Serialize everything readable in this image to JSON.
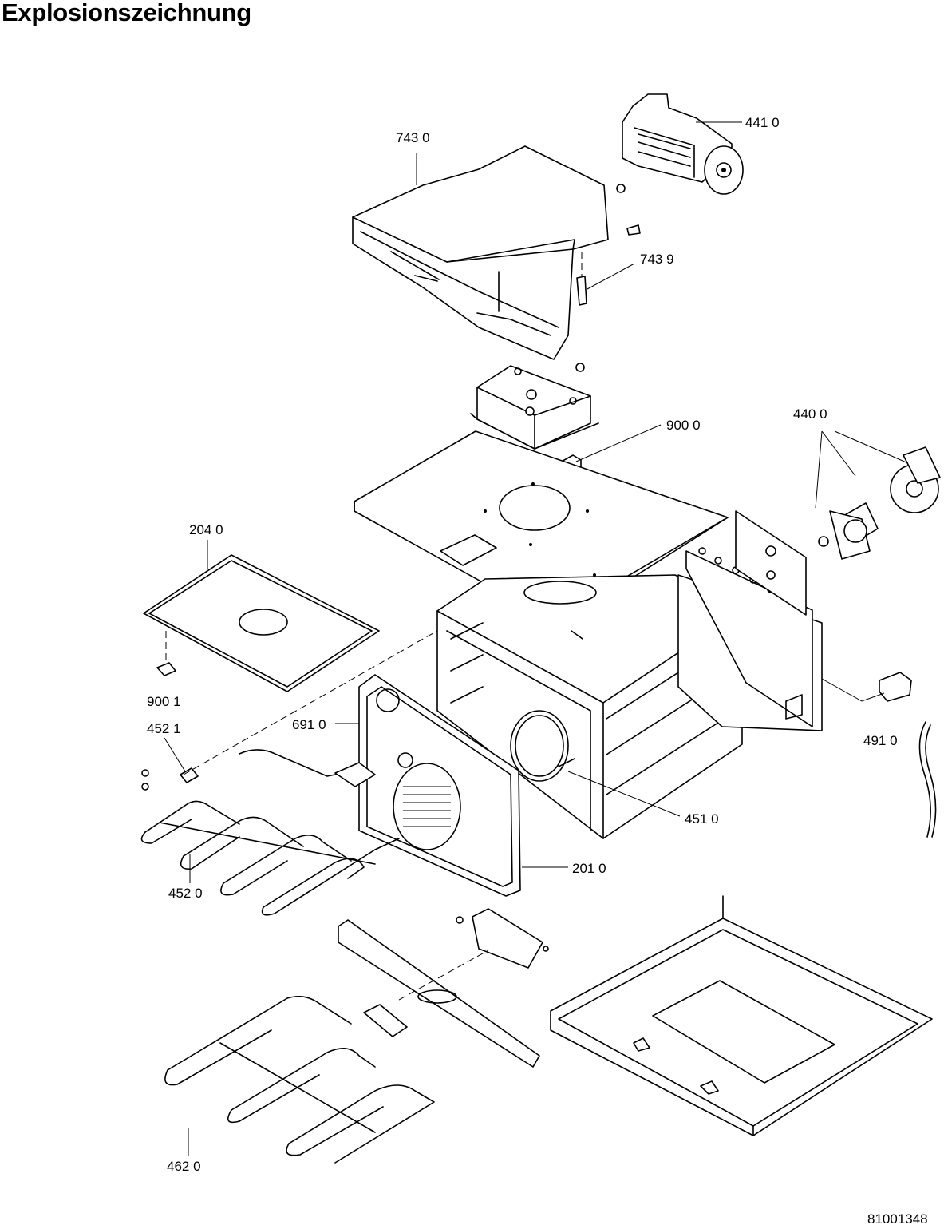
{
  "title": "Explosionszeichnung",
  "document_number": "81001348",
  "part_labels": [
    {
      "id": "p4410",
      "text": "441 0"
    },
    {
      "id": "p7430",
      "text": "743 0"
    },
    {
      "id": "p7439",
      "text": "743 9"
    },
    {
      "id": "p9000",
      "text": "900 0"
    },
    {
      "id": "p4400",
      "text": "440 0"
    },
    {
      "id": "p2040",
      "text": "204 0"
    },
    {
      "id": "p9001",
      "text": "900 1"
    },
    {
      "id": "p4521",
      "text": "452 1"
    },
    {
      "id": "p6910",
      "text": "691 0"
    },
    {
      "id": "p4910",
      "text": "491 0"
    },
    {
      "id": "p4510",
      "text": "451 0"
    },
    {
      "id": "p4520",
      "text": "452 0"
    },
    {
      "id": "p2010",
      "text": "201 0"
    },
    {
      "id": "p4620",
      "text": "462 0"
    }
  ],
  "components": [
    {
      "label": "441 0",
      "icon": "tangential-fan"
    },
    {
      "label": "743 0",
      "icon": "air-duct-cover"
    },
    {
      "label": "743 9",
      "icon": "screw"
    },
    {
      "label": "900 0",
      "icon": "clip"
    },
    {
      "label": "440 0",
      "icon": "convection-fan-motor"
    },
    {
      "label": "204 0",
      "icon": "top-plate"
    },
    {
      "label": "900 1",
      "icon": "clip"
    },
    {
      "label": "452 1",
      "icon": "clip"
    },
    {
      "label": "691 0",
      "icon": "lamp"
    },
    {
      "label": "491 0",
      "icon": "terminal-block-cable"
    },
    {
      "label": "451 0",
      "icon": "ring-heating-element"
    },
    {
      "label": "452 0",
      "icon": "grill-heating-element"
    },
    {
      "label": "201 0",
      "icon": "back-panel"
    },
    {
      "label": "462 0",
      "icon": "bottom-heating-element"
    }
  ]
}
